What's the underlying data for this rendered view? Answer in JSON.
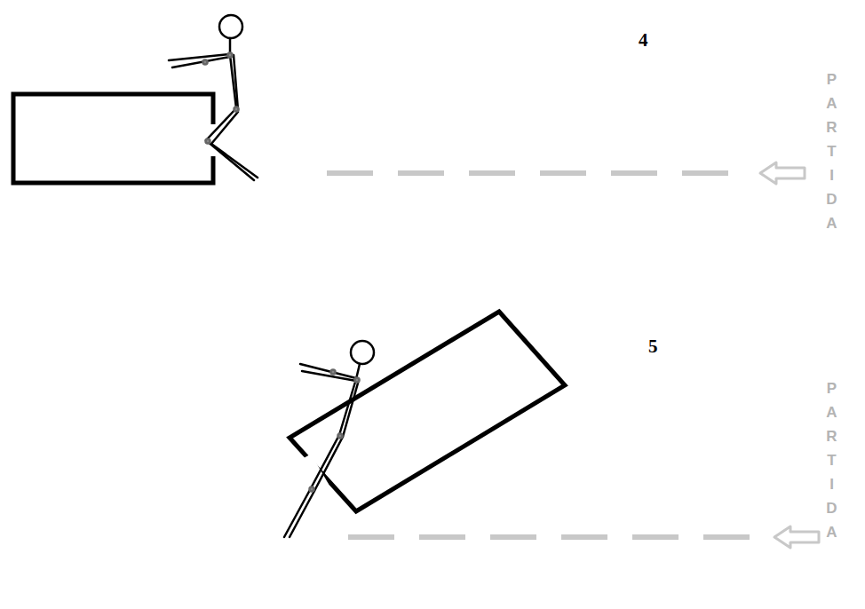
{
  "diagram": {
    "labels": [
      "4",
      "PARTIDA",
      "5",
      "PARTIDA"
    ]
  }
}
